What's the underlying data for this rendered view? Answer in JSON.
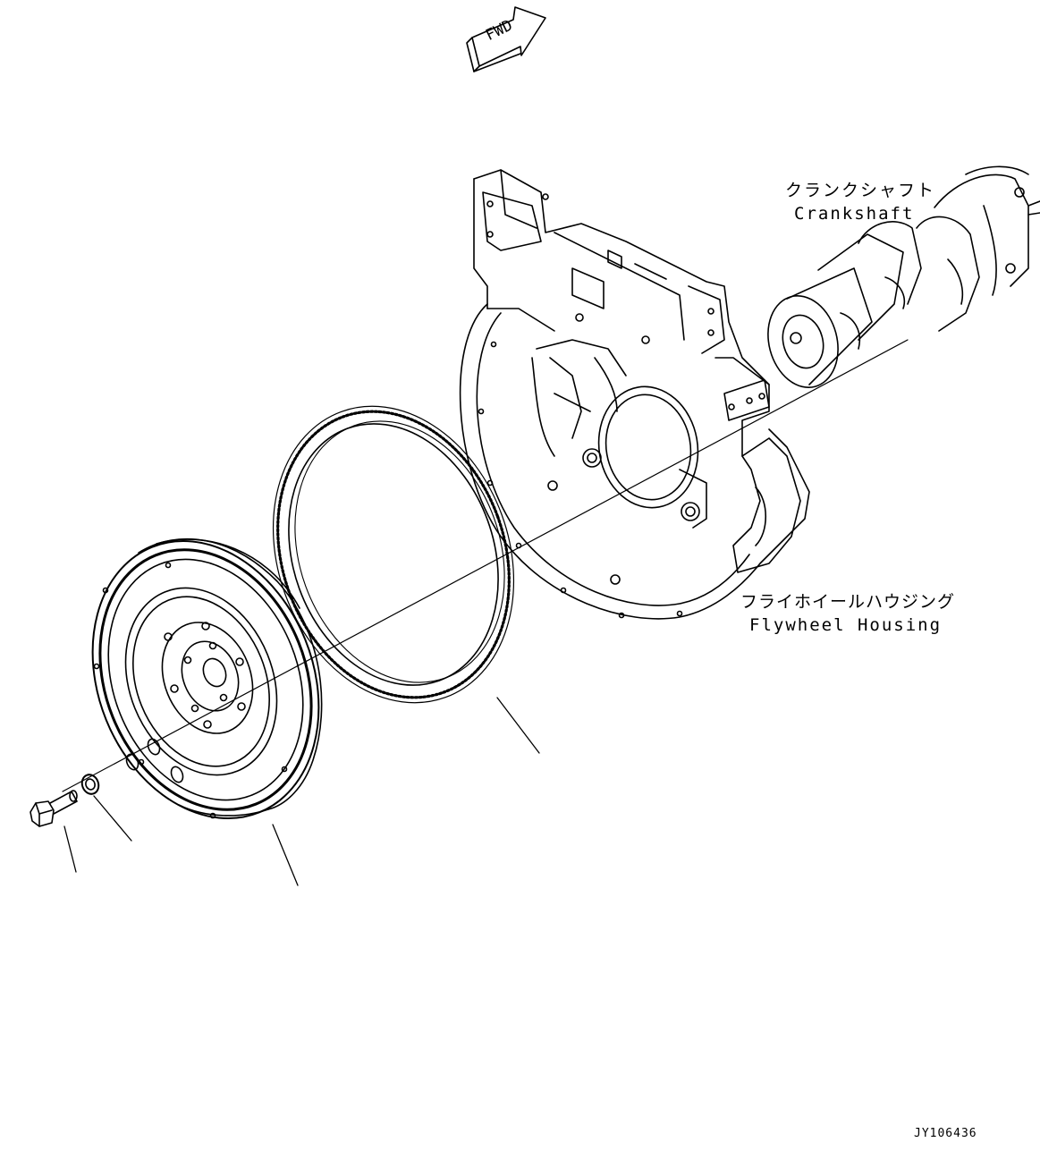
{
  "fwd_indicator": {
    "text": "FWD"
  },
  "labels": {
    "crankshaft": {
      "jp": "クランクシャフト",
      "en": "Crankshaft"
    },
    "flywheel_housing": {
      "jp": "フライホイールハウジング",
      "en": "Flywheel Housing"
    }
  },
  "figure_code": "JY106436"
}
